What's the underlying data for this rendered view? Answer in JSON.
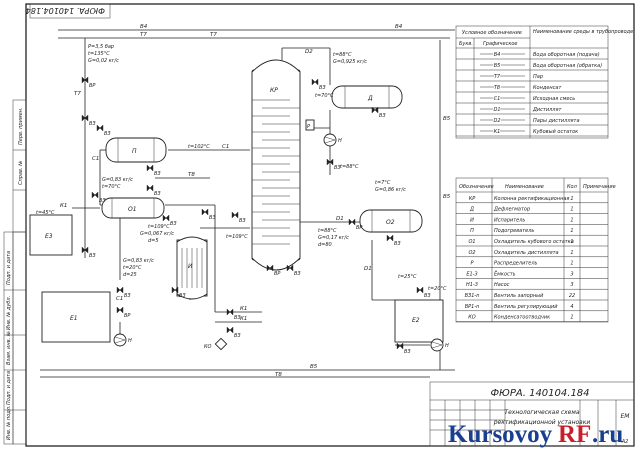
{
  "top_stamp": "ФЮРА. 140104.184",
  "bottom_stamp": "ФЮРА. 140104.184",
  "title_block": {
    "doc_title": "Технологическая схема",
    "doc_subtitle": "ректификационной установки",
    "sheet": "ЕМ",
    "sheets_total": "А2"
  },
  "legend_table": {
    "header_group": "Условное обозначение",
    "col1": "Букв.",
    "col2": "Графическое",
    "col3": "Наименование среды в трубопроводе",
    "rows": [
      {
        "code": "В4",
        "name": "Вода оборотная (подача)"
      },
      {
        "code": "В5",
        "name": "Вода оборотная (обратка)"
      },
      {
        "code": "Т7",
        "name": "Пар"
      },
      {
        "code": "Т8",
        "name": "Конденсат"
      },
      {
        "code": "С1",
        "name": "Исходная смесь"
      },
      {
        "code": "D1",
        "name": "Дистиллят"
      },
      {
        "code": "D2",
        "name": "Пары дистиллята"
      },
      {
        "code": "К1",
        "name": "Кубовый остаток"
      }
    ]
  },
  "spec_table": {
    "headers": [
      "Обозначение",
      "Наименование",
      "Кол",
      "Примечание"
    ],
    "rows": [
      {
        "code": "КР",
        "name": "Колонна ректификационная",
        "qty": "1"
      },
      {
        "code": "Д",
        "name": "Дефлегматор",
        "qty": "1"
      },
      {
        "code": "И",
        "name": "Испаритель",
        "qty": "1"
      },
      {
        "code": "П",
        "name": "Подогреватель",
        "qty": "1"
      },
      {
        "code": "О1",
        "name": "Охладитель кубового остатка",
        "qty": "1"
      },
      {
        "code": "О2",
        "name": "Охладитель дистиллята",
        "qty": "1"
      },
      {
        "code": "Р",
        "name": "Распределитель",
        "qty": "1"
      },
      {
        "code": "Е1-3",
        "name": "Ёмкость",
        "qty": "3"
      },
      {
        "code": "Н1-3",
        "name": "Насос",
        "qty": "3"
      },
      {
        "code": "ВЗ1-n",
        "name": "Вентиль запорный",
        "qty": "22"
      },
      {
        "code": "ВР1-n",
        "name": "Вентиль регулирующий",
        "qty": "4"
      },
      {
        "code": "КО",
        "name": "Конденсатоотводчик",
        "qty": "1"
      }
    ]
  },
  "equipment": {
    "column": "КР",
    "deflegmator": "Д",
    "heater": "П",
    "cooler1": "О1",
    "evaporator": "И",
    "cooler2": "О2",
    "tank1": "Е1",
    "tank2": "Е2",
    "tank3": "Е3",
    "pump": "Н",
    "distributor": "Р",
    "condensate_trap": "КО"
  },
  "lines": {
    "b4": "В4",
    "b5": "В5",
    "t7": "Т7",
    "t8": "Т8",
    "c1": "С1",
    "d1": "D1",
    "d2": "D2",
    "k1": "К1"
  },
  "annotations": {
    "steam": [
      "Р=3,5 бар",
      "t=135°С",
      "G=0,02 кг/с"
    ],
    "d2_flow": [
      "t=88°С",
      "G=0,925 кг/с"
    ],
    "t70": "t=70°С",
    "t102": "t=102°С",
    "t109": "t=109°С",
    "t88": "t=88°С",
    "t45": "t=45°С",
    "t25": "t=25°С",
    "t20": "t=20°С",
    "o1_feed": [
      "G=0,83 кг/с",
      "t=70°С"
    ],
    "evap": [
      "t=109°С",
      "G=0,067 кг/с",
      "d=5"
    ],
    "c1_feed": [
      "G=0,83 кг/с",
      "t=20°С",
      "d=25"
    ],
    "d1_flow": [
      "t=88°С",
      "G=0,17 кг/с",
      "d=80"
    ],
    "t7c": "t=7°С",
    "o2_flow": [
      "t=7°С",
      "G=0,86 кг/с"
    ]
  },
  "valves": [
    "ВЗ",
    "ВР"
  ],
  "side_labels": [
    "Инв. № подл.",
    "Подп. и дата",
    "Взам. инв. №",
    "Инв. № дубл.",
    "Подп. и дата",
    "Справ. №",
    "Перв. примен."
  ],
  "watermark": {
    "part1": "Kursovoy",
    "part2": "RF",
    "part3": ".ru"
  }
}
